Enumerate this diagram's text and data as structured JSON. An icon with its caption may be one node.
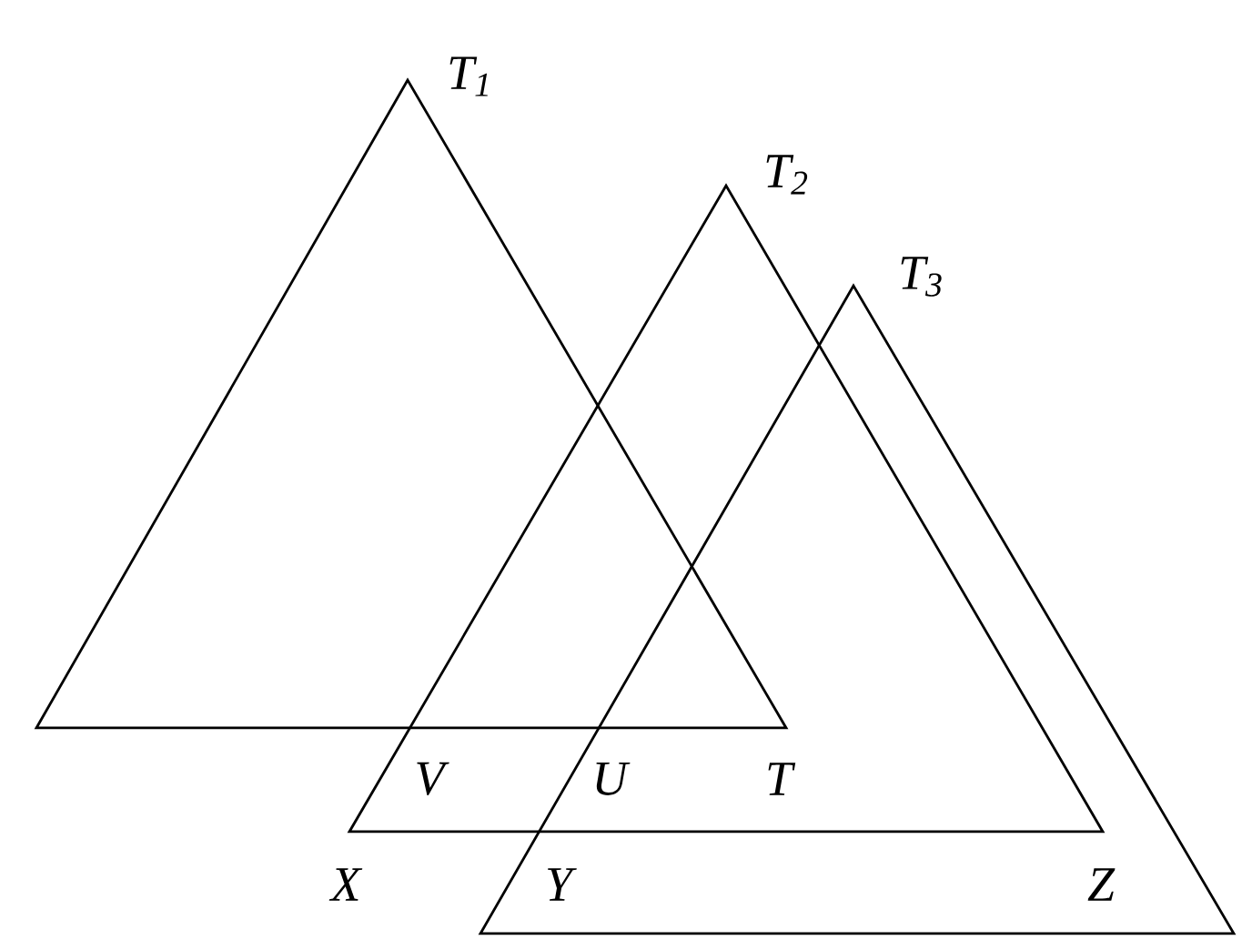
{
  "diagram": {
    "labels": [
      "T$_{1}$",
      "T$_{2}$",
      "T$_{3}$",
      "V",
      "U",
      "T",
      "X",
      "Y",
      "Z"
    ]
  }
}
